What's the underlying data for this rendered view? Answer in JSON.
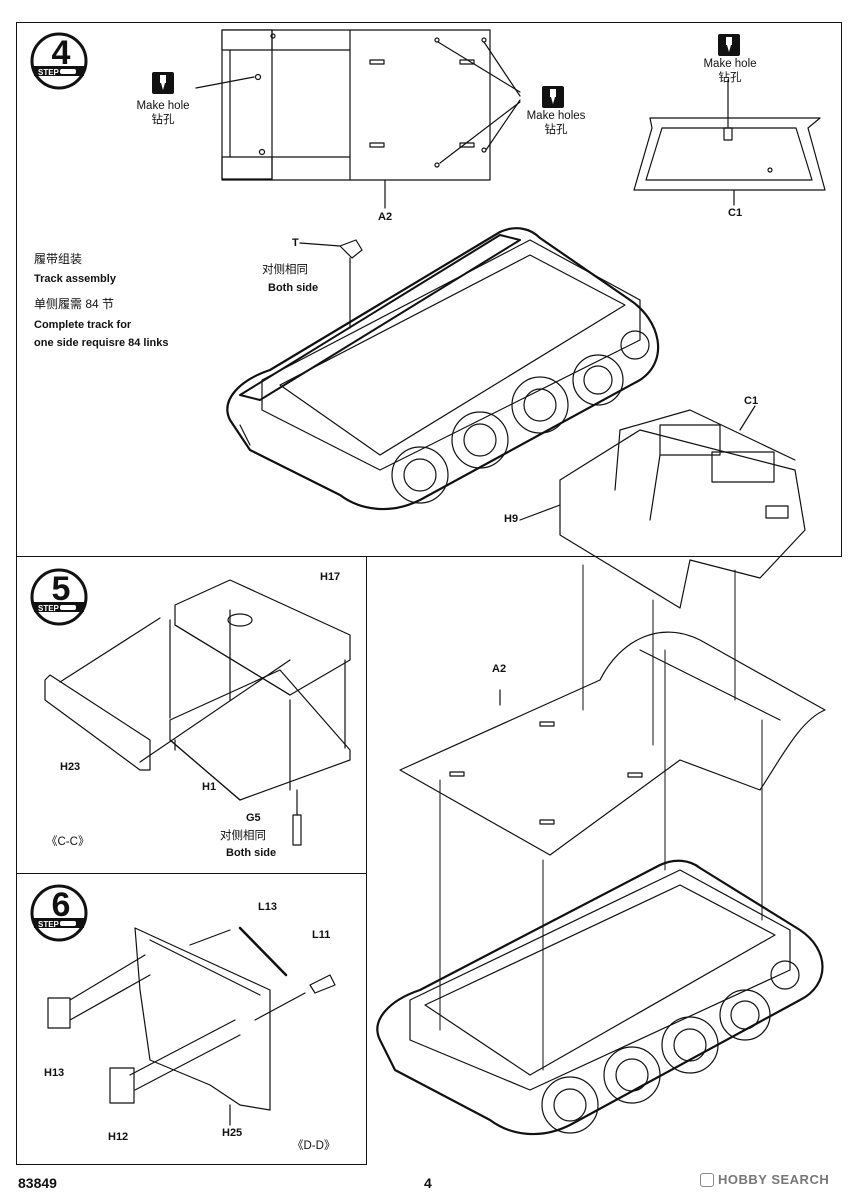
{
  "steps": {
    "step4": {
      "number": "4",
      "word": "STEP"
    },
    "step5": {
      "number": "5",
      "word": "STEP"
    },
    "step6": {
      "number": "6",
      "word": "STEP"
    }
  },
  "callouts": {
    "make_hole_left": {
      "en": "Make hole",
      "cn": "钻孔"
    },
    "make_holes_mid": {
      "en": "Make holes",
      "cn": "钻孔"
    },
    "make_hole_right": {
      "en": "Make hole",
      "cn": "钻孔"
    }
  },
  "parts": {
    "a2_top": "A2",
    "c1_top": "C1",
    "t": "T",
    "c1_mid": "C1",
    "h9": "H9",
    "a2_mid": "A2",
    "h17": "H17",
    "h23": "H23",
    "h1": "H1",
    "g5": "G5",
    "l13": "L13",
    "l11": "L11",
    "h13": "H13",
    "h12": "H12",
    "h25": "H25"
  },
  "notes": {
    "t_both_side_cn": "对侧相同",
    "t_both_side_en": "Both side",
    "g5_both_side_cn": "对侧相同",
    "g5_both_side_en": "Both side",
    "track_assembly_cn": "履带组装",
    "track_assembly_en": "Track assembly",
    "track_links_cn": "单侧履需 84 节",
    "track_links_en_1": "Complete track for",
    "track_links_en_2": "one side requisre 84 links",
    "section_cc": "《C-C》",
    "section_dd": "《D-D》"
  },
  "footer": {
    "kit_number": "83849",
    "page_number": "4",
    "watermark": "HOBBY SEARCH"
  }
}
